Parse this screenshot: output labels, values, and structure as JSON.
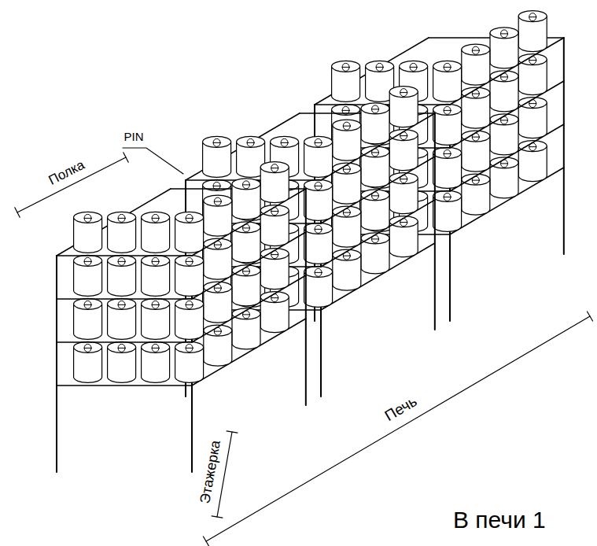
{
  "diagram": {
    "labels": [
      "PIN",
      "Полка",
      "Этажерка",
      "Печь",
      "В печи 1"
    ]
  }
}
